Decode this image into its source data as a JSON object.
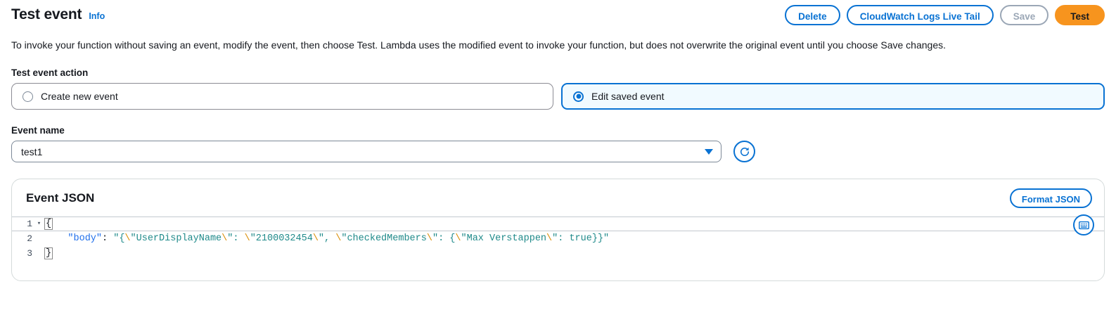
{
  "header": {
    "title": "Test event",
    "info_label": "Info",
    "buttons": [
      {
        "label": "Delete",
        "name": "delete-button",
        "style": "outline"
      },
      {
        "label": "CloudWatch Logs Live Tail",
        "name": "cloudwatch-logs-live-tail-button",
        "style": "outline"
      },
      {
        "label": "Save",
        "name": "save-button",
        "style": "disabled"
      },
      {
        "label": "Test",
        "name": "test-button",
        "style": "primary"
      }
    ]
  },
  "description": "To invoke your function without saving an event, modify the event, then choose Test. Lambda uses the modified event to invoke your function, but does not overwrite the original event until you choose Save changes.",
  "test_event_action": {
    "label": "Test event action",
    "options": [
      {
        "label": "Create new event",
        "selected": false
      },
      {
        "label": "Edit saved event",
        "selected": true
      }
    ]
  },
  "event_name": {
    "label": "Event name",
    "value": "test1",
    "refresh_icon": "refresh-icon",
    "chevron_icon": "chevron-down-icon"
  },
  "event_json": {
    "title": "Event JSON",
    "format_button": "Format JSON",
    "keyboard_icon": "keyboard-icon",
    "lines": [
      {
        "number": "1",
        "fold": "▾",
        "text": "{"
      },
      {
        "number": "2",
        "fold": "",
        "text": "    \"body\": \"{\\\"UserDisplayName\\\": \\\"2100032454\\\", \\\"checkedMembers\\\": {\\\"Max Verstappen\\\": true}}\""
      },
      {
        "number": "3",
        "fold": "",
        "text": "}"
      }
    ]
  },
  "colors": {
    "accent_blue": "#0972d3",
    "primary_orange": "#f7941e",
    "selected_bg": "#f1faff",
    "json_key": "#1f6feb",
    "json_string": "#1f8a8a",
    "json_escape": "#d98c00"
  }
}
